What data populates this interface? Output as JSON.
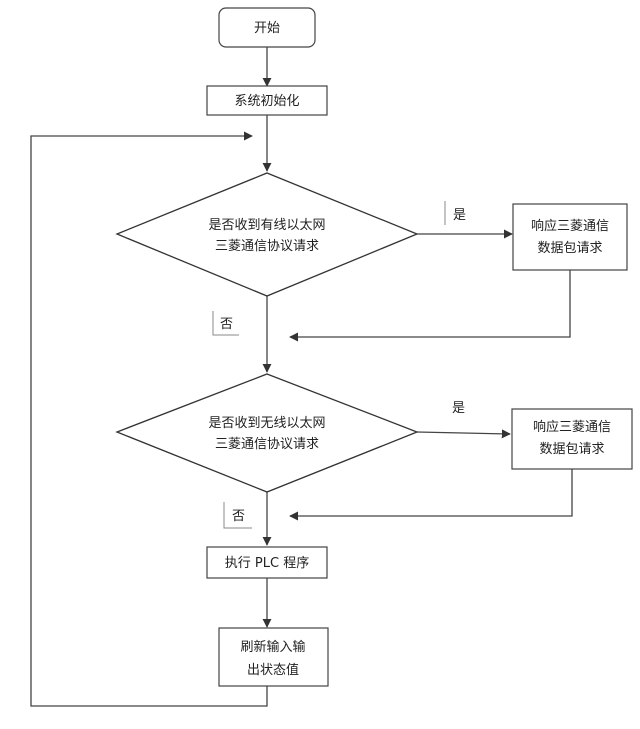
{
  "nodes": {
    "start": "开始",
    "init": "系统初始化",
    "decision1": [
      "是否收到有线以太网",
      "三菱通信协议请求"
    ],
    "respond1": [
      "响应三菱通信",
      "数据包请求"
    ],
    "decision2": [
      "是否收到无线以太网",
      "三菱通信协议请求"
    ],
    "respond2": [
      "响应三菱通信",
      "数据包请求"
    ],
    "plc": "执行 PLC 程序",
    "refresh": [
      "刷新输入输",
      "出状态值"
    ]
  },
  "edges": {
    "yes1": "是",
    "no1": "否",
    "yes2": "是",
    "no2": "否"
  },
  "colors": {
    "line": "#444444",
    "box_fill": "#ffffff"
  }
}
